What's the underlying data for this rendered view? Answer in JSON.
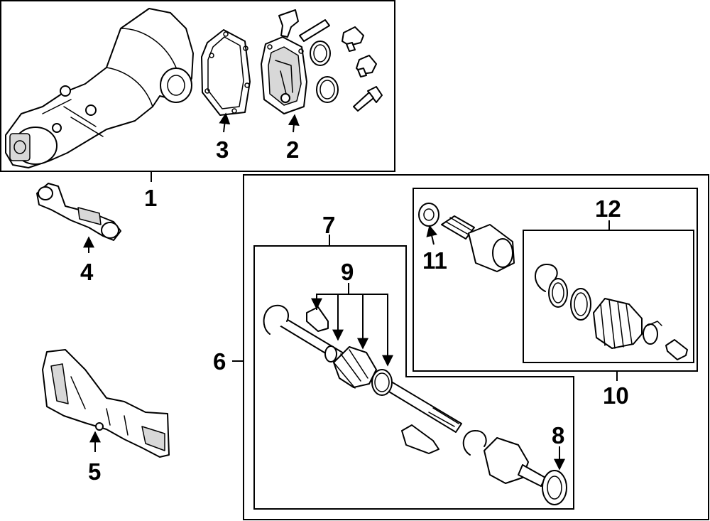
{
  "colors": {
    "line": "#000000",
    "background": "#ffffff",
    "shade": "#d8d8d8"
  },
  "callouts": {
    "c1": "1",
    "c2": "2",
    "c3": "3",
    "c4": "4",
    "c5": "5",
    "c6": "6",
    "c7": "7",
    "c8": "8",
    "c9": "9",
    "c10": "10",
    "c11": "11",
    "c12": "12"
  }
}
